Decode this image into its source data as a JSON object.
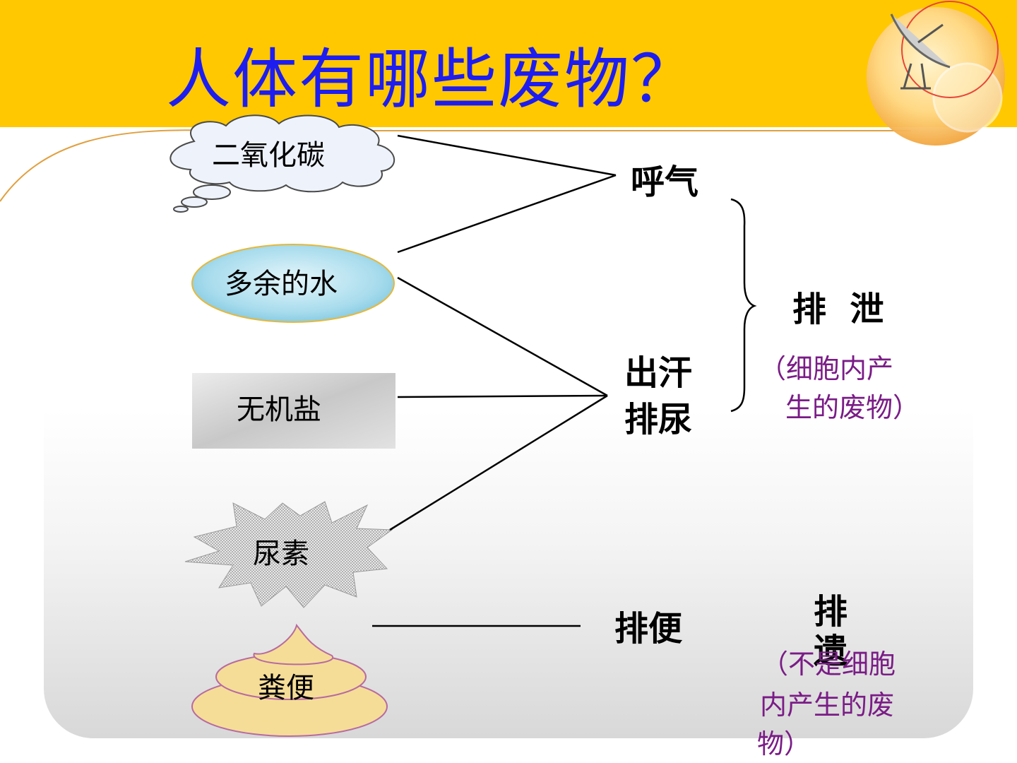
{
  "title": "人体有哪些废物？",
  "wastes": {
    "co2": "二氧化碳",
    "water": "多余的水",
    "salt": "无机盐",
    "urea": "尿素",
    "feces": "粪便"
  },
  "processes": {
    "breath": "呼气",
    "sweat": "出汗",
    "urine": "排尿",
    "defecate": "排便"
  },
  "categories": {
    "excretion": "排  泄",
    "excretion_note_1": "（细胞内产",
    "excretion_note_2": "生的废物）",
    "egestion_1": "排",
    "egestion_2": "遗",
    "egestion_note_1": "（不是细胞",
    "egestion_note_2": "内产生的废",
    "egestion_note_3": "物）"
  },
  "colors": {
    "header": "#ffc800",
    "title": "#1d1df0",
    "note": "#7a1c86"
  }
}
